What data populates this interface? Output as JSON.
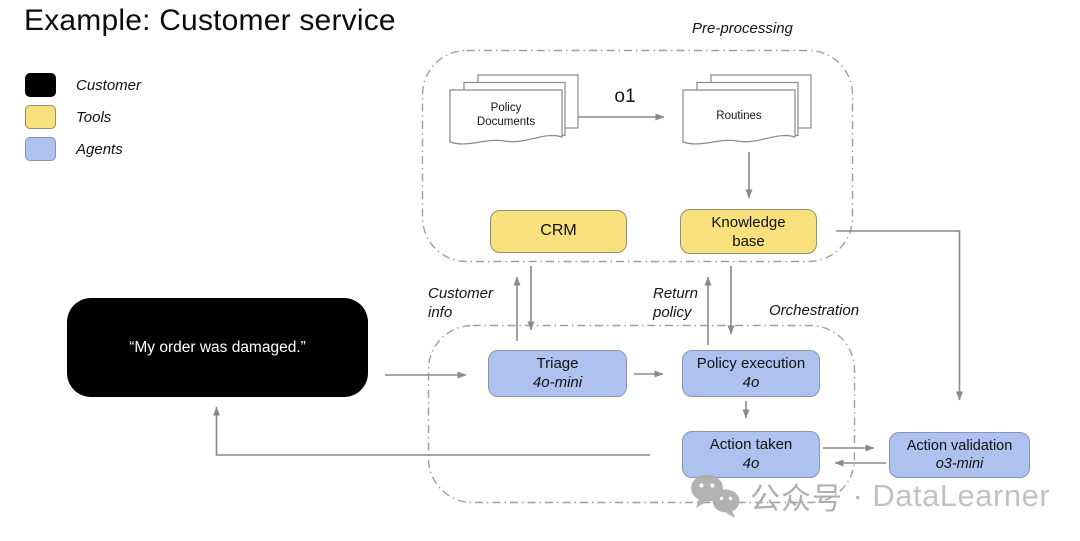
{
  "title": "Example: Customer service",
  "legend": {
    "items": [
      {
        "label": "Customer",
        "color": "#000000"
      },
      {
        "label": "Tools",
        "color": "#F8E17C"
      },
      {
        "label": "Agents",
        "color": "#AEC2F0"
      }
    ]
  },
  "sections": {
    "preprocessing": {
      "label": "Pre-processing"
    },
    "orchestration": {
      "label": "Orchestration"
    }
  },
  "documents": {
    "policy": {
      "label": "Policy Documents"
    },
    "routines": {
      "label": "Routines"
    }
  },
  "nodes": {
    "crm": {
      "label": "CRM",
      "type": "tool"
    },
    "knowledge_base": {
      "label": "Knowledge base",
      "type": "tool"
    },
    "triage": {
      "label": "Triage",
      "model": "4o-mini",
      "type": "agent"
    },
    "policy_execution": {
      "label": "Policy execution",
      "model": "4o",
      "type": "agent"
    },
    "action_taken": {
      "label": "Action taken",
      "model": "4o",
      "type": "agent"
    },
    "action_validation": {
      "label": "Action validation",
      "model": "o3-mini",
      "type": "agent"
    }
  },
  "customer": {
    "message": "“My order was damaged.”"
  },
  "edge_labels": {
    "o1": "o1",
    "customer_info": "Customer info",
    "return_policy": "Return policy"
  },
  "watermark": {
    "platform": "公众号",
    "separator": "·",
    "brand": "DataLearner"
  },
  "colors": {
    "customer_fill": "#000000",
    "tool_fill": "#F8E17C",
    "agent_fill": "#AEC2F0",
    "line": "#8a8a8a",
    "container_border": "#9f9f9f",
    "watermark": "#b5b5b5"
  }
}
